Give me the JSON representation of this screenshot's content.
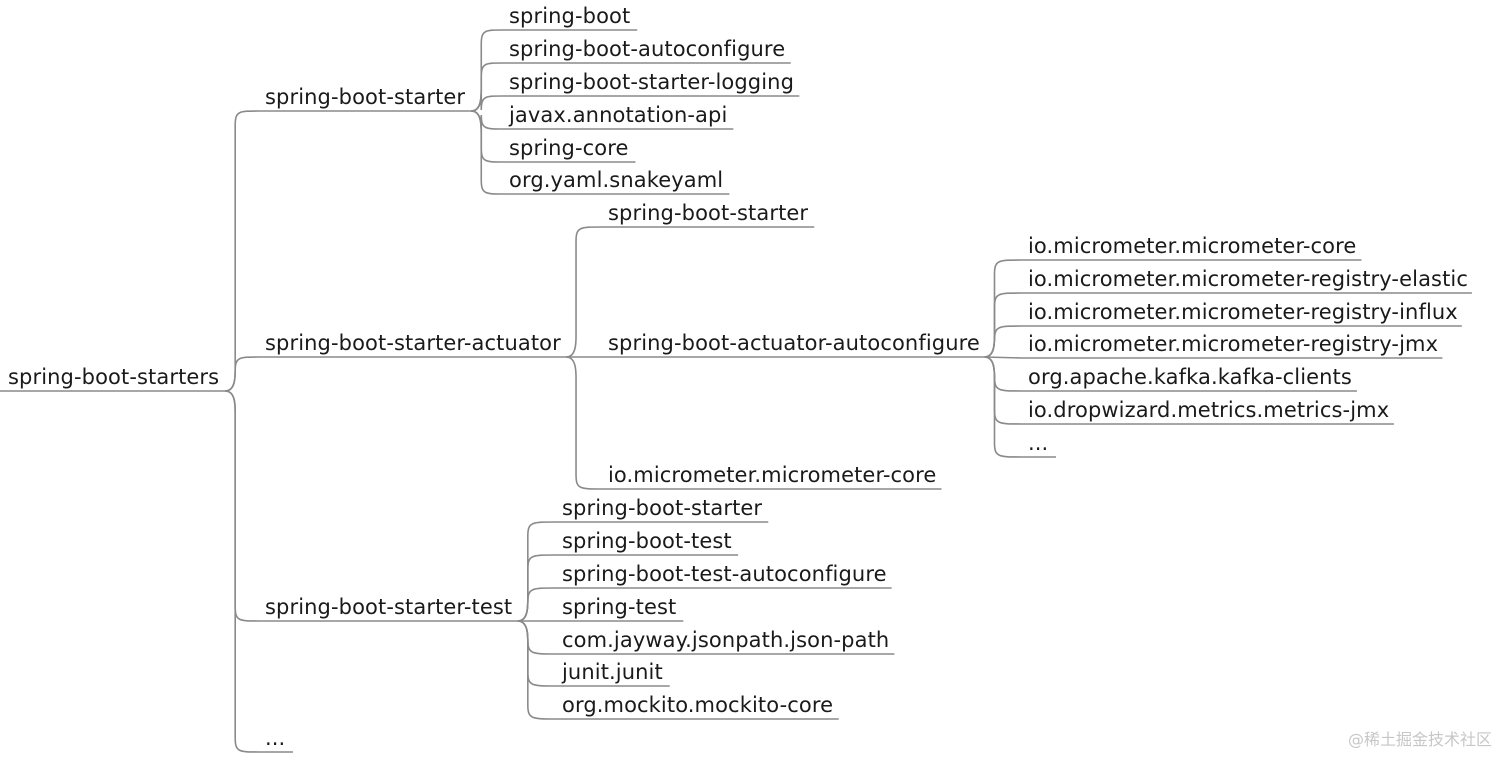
{
  "mindmap": {
    "root": "spring-boot-starters",
    "branches": [
      {
        "label": "spring-boot-starter",
        "children": [
          {
            "label": "spring-boot"
          },
          {
            "label": "spring-boot-autoconfigure"
          },
          {
            "label": "spring-boot-starter-logging"
          },
          {
            "label": "javax.annotation-api"
          },
          {
            "label": "spring-core"
          },
          {
            "label": "org.yaml.snakeyaml"
          }
        ]
      },
      {
        "label": "spring-boot-starter-actuator",
        "children": [
          {
            "label": "spring-boot-starter"
          },
          {
            "label": "spring-boot-actuator-autoconfigure",
            "children": [
              {
                "label": "io.micrometer.micrometer-core"
              },
              {
                "label": "io.micrometer.micrometer-registry-elastic"
              },
              {
                "label": "io.micrometer.micrometer-registry-influx"
              },
              {
                "label": "io.micrometer.micrometer-registry-jmx"
              },
              {
                "label": "org.apache.kafka.kafka-clients"
              },
              {
                "label": "io.dropwizard.metrics.metrics-jmx"
              },
              {
                "label": "..."
              }
            ]
          },
          {
            "label": "io.micrometer.micrometer-core"
          }
        ]
      },
      {
        "label": "spring-boot-starter-test",
        "children": [
          {
            "label": "spring-boot-starter"
          },
          {
            "label": "spring-boot-test"
          },
          {
            "label": "spring-boot-test-autoconfigure"
          },
          {
            "label": "spring-test"
          },
          {
            "label": "com.jayway.jsonpath.json-path"
          },
          {
            "label": "junit.junit"
          },
          {
            "label": "org.mockito.mockito-core"
          }
        ]
      },
      {
        "label": "..."
      }
    ]
  },
  "watermark": "@稀土掘金技术社区",
  "colors": {
    "line": "#8a8a8a",
    "text": "#1a1a1a"
  }
}
